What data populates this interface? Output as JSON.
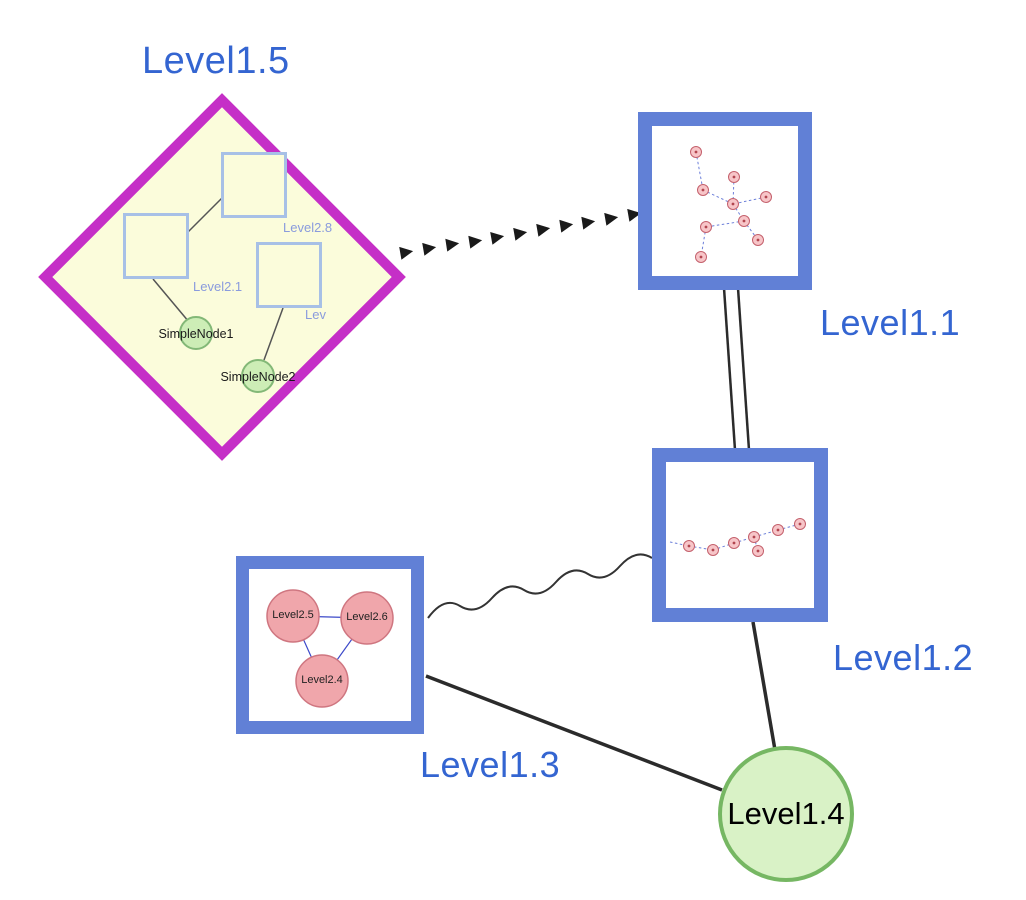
{
  "nodes": {
    "level1_5": {
      "label": "Level1.5",
      "shape": "diamond"
    },
    "level1_1": {
      "label": "Level1.1",
      "shape": "square"
    },
    "level1_2": {
      "label": "Level1.2",
      "shape": "square"
    },
    "level1_3": {
      "label": "Level1.3",
      "shape": "square"
    },
    "level1_4": {
      "label": "Level1.4",
      "shape": "circle"
    }
  },
  "level1_5_children": {
    "square_top": {
      "label": "Level2.8"
    },
    "square_left": {
      "label": "Level2.1"
    },
    "square_right": {
      "label": "Lev"
    },
    "node1": {
      "label": "SimpleNode1"
    },
    "node2": {
      "label": "SimpleNode2"
    }
  },
  "level1_3_children": {
    "left": {
      "label": "Level2.5"
    },
    "right": {
      "label": "Level2.6"
    },
    "bottom": {
      "label": "Level2.4"
    }
  },
  "edges": [
    {
      "from": "Level1.5",
      "to": "Level1.1",
      "style": "dashed-arrow"
    },
    {
      "from": "Level1.1",
      "to": "Level1.2",
      "style": "double-line"
    },
    {
      "from": "Level1.3",
      "to": "Level1.2",
      "style": "wavy"
    },
    {
      "from": "Level1.2",
      "to": "Level1.4",
      "style": "solid"
    },
    {
      "from": "Level1.3",
      "to": "Level1.4",
      "style": "solid"
    }
  ],
  "colors": {
    "label_blue": "#3465d1",
    "sub_label_blue": "#8a9bdd",
    "diamond_border": "#c52fc7",
    "diamond_fill": "#fbfcdb",
    "big_node_border": "#6180d6",
    "inner_square_border": "#a7c0e6",
    "green_fill": "#d9f2c6",
    "green_border": "#76b763",
    "pink_fill": "#f0a6ab",
    "pink_border": "#cf7680",
    "edge_black": "#2b2b2b",
    "sub_edge_blue": "#6c7fd9"
  }
}
